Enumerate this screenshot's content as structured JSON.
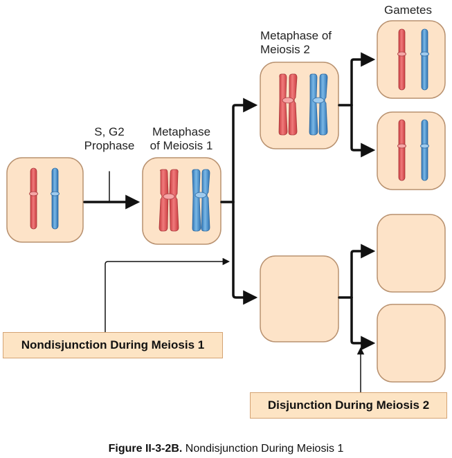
{
  "labels": {
    "gametes": "Gametes",
    "metaphase2_line1": "Metaphase of",
    "metaphase2_line2": "Meiosis 2",
    "sg2_line1": "S, G2",
    "sg2_line2": "Prophase",
    "metaphase1_line1": "Metaphase",
    "metaphase1_line2": "of Meiosis 1"
  },
  "callouts": {
    "nondisjunction": "Nondisjunction During Meiosis 1",
    "disjunction": "Disjunction During Meiosis 2"
  },
  "caption": {
    "figure_id": "Figure II-3-2B.",
    "title": "Nondisjunction During Meiosis 1"
  },
  "colors": {
    "cell_fill": "#fde3c8",
    "cell_stroke": "#b8916f",
    "chromosome_red": "#e2595b",
    "chromosome_blue": "#4f97d1",
    "arrow": "#111111",
    "callout_fill": "#fde4c4"
  }
}
